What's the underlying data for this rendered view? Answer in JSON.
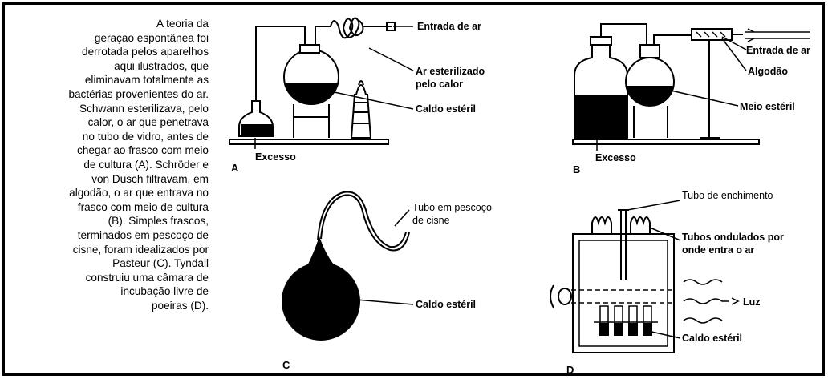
{
  "caption": {
    "lines": [
      "A teoria da",
      "geraçao espontânea foi",
      "derrotada pelos aparelhos",
      "aqui ilustrados, que",
      "eliminavam totalmente as",
      "bactérias provenientes do ar.",
      "Schwann esterilizava, pelo",
      "calor, o ar que penetrava",
      "no tubo de vidro, antes de",
      "chegar ao frasco com meio",
      "de cultura (A). Schröder e",
      "von Dusch filtravam, em",
      "algodão, o ar que entrava no",
      "frasco com meio de cultura",
      "(B). Simples frascos,",
      "terminados em pescoço de",
      "cisne, foram idealizados por",
      "Pasteur (C). Tyndall",
      "construiu uma câmara de",
      "incubação livre de",
      "poeiras (D)."
    ]
  },
  "panelA": {
    "letter": "A",
    "air_inlet": "Entrada de ar",
    "sterilized_air_1": "Ar esterilizado",
    "sterilized_air_2": "pelo calor",
    "sterile_broth": "Caldo estéril",
    "excess": "Excesso"
  },
  "panelB": {
    "letter": "B",
    "air_inlet": "Entrada de ar",
    "cotton": "Algodão",
    "sterile_medium": "Meio estéril",
    "excess": "Excesso"
  },
  "panelC": {
    "letter": "C",
    "neck_1": "Tubo em pescoço",
    "neck_2": "de cisne",
    "sterile_broth": "Caldo estéril"
  },
  "panelD": {
    "letter": "D",
    "fill_tube": "Tubo de enchimento",
    "wavy_1": "Tubos ondulados por",
    "wavy_2": "onde entra o ar",
    "light": "Luz",
    "sterile_broth": "Caldo estéril"
  },
  "colors": {
    "ink": "#000000",
    "paper": "#ffffff"
  }
}
